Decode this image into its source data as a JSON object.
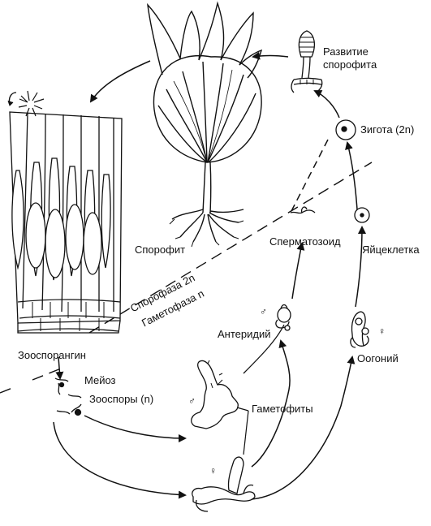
{
  "labels": {
    "sporophyte_development_line1": "Развитие",
    "sporophyte_development_line2": "спорофита",
    "zygote": "Зигота (2n)",
    "sperm": "Сперматозоид",
    "egg": "Яйцеклетка",
    "sporophyte": "Спорофит",
    "sporophase": "Спорофаза 2n",
    "gametophase": "Гаметофаза n",
    "antheridium": "Антеридий",
    "oogonium": "Оогоний",
    "zoosporangium": "Зооспорангин",
    "meiosis": "Мейоз",
    "zoospores": "Зооспоры (n)",
    "gametophytes": "Гаметофиты"
  },
  "symbols": {
    "male": "♂",
    "female": "♀"
  }
}
